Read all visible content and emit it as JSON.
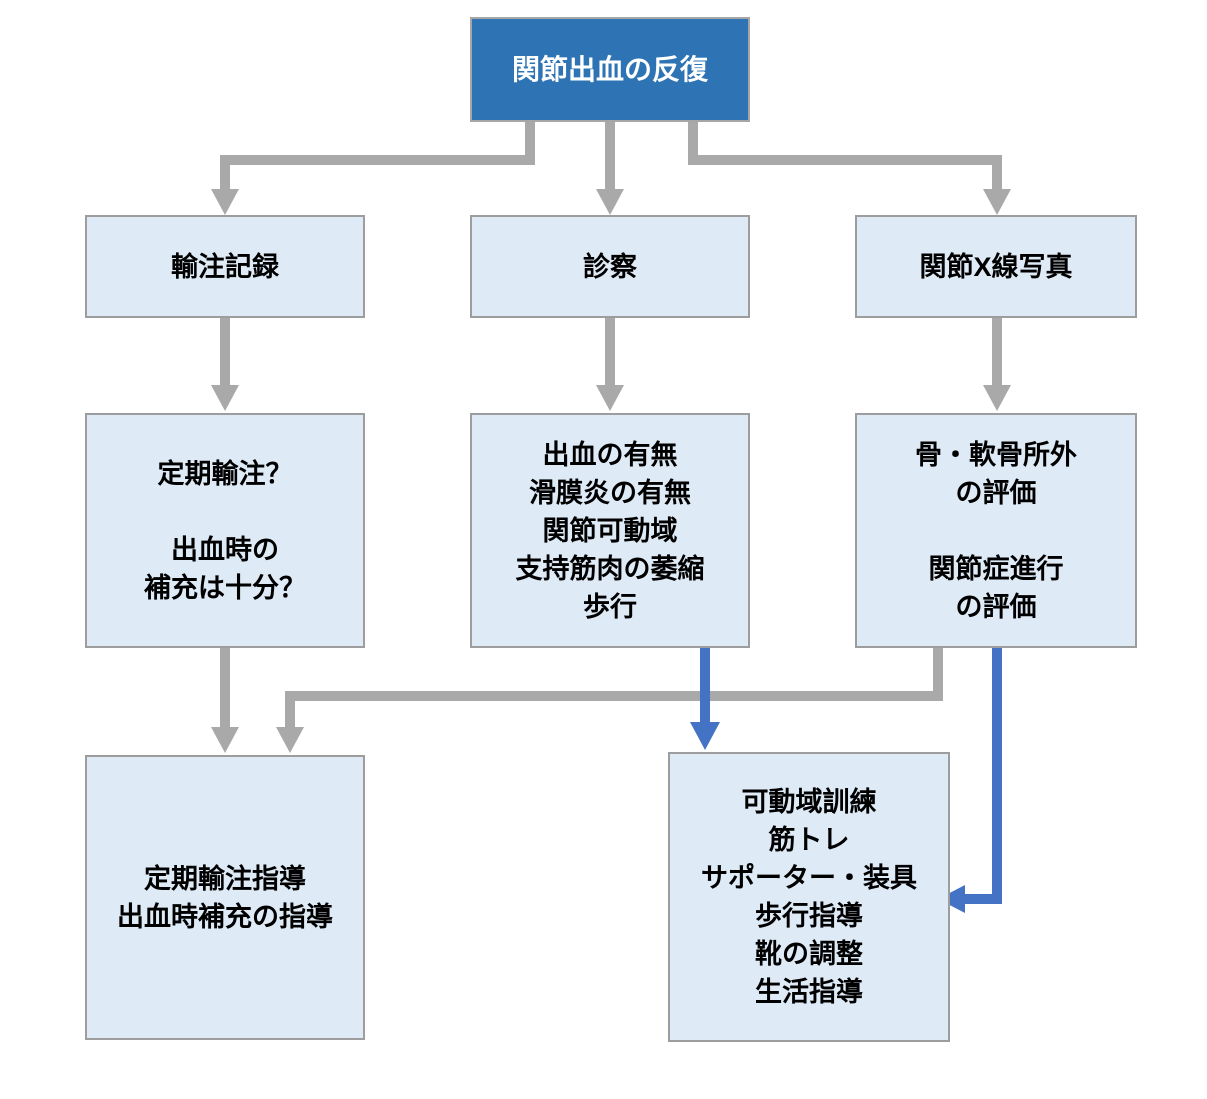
{
  "diagram": {
    "title": "関節出血の反復",
    "nodes": {
      "root": {
        "label": "関節出血の反復"
      },
      "transfusion_record": {
        "label": "輸注記録"
      },
      "examination": {
        "label": "診察"
      },
      "joint_xray": {
        "label": "関節X線写真"
      },
      "transfusion_check": {
        "label": "定期輸注？\n\n出血時の\n補充は十分？"
      },
      "exam_findings": {
        "label": "出血の有無\n滑膜炎の有無\n関節可動域\n支持筋肉の萎縮\n歩行"
      },
      "xray_evaluation": {
        "label": "骨・軟骨所外\nの評価\n\n関節症進行\nの評価"
      },
      "transfusion_guidance": {
        "label": "定期輸注指導\n出血時補充の指導"
      },
      "rehab_program": {
        "label": "可動域訓練\n筋トレ\nサポーター・装具\n歩行指導\n靴の調整\n生活指導"
      }
    },
    "colors": {
      "root_fill": "#2e74b5",
      "node_fill": "#deeaf6",
      "node_border": "#9d9d9d",
      "arrow_gray": "#a9a9a9",
      "arrow_blue": "#4472c4",
      "background": "#ffffff"
    }
  }
}
